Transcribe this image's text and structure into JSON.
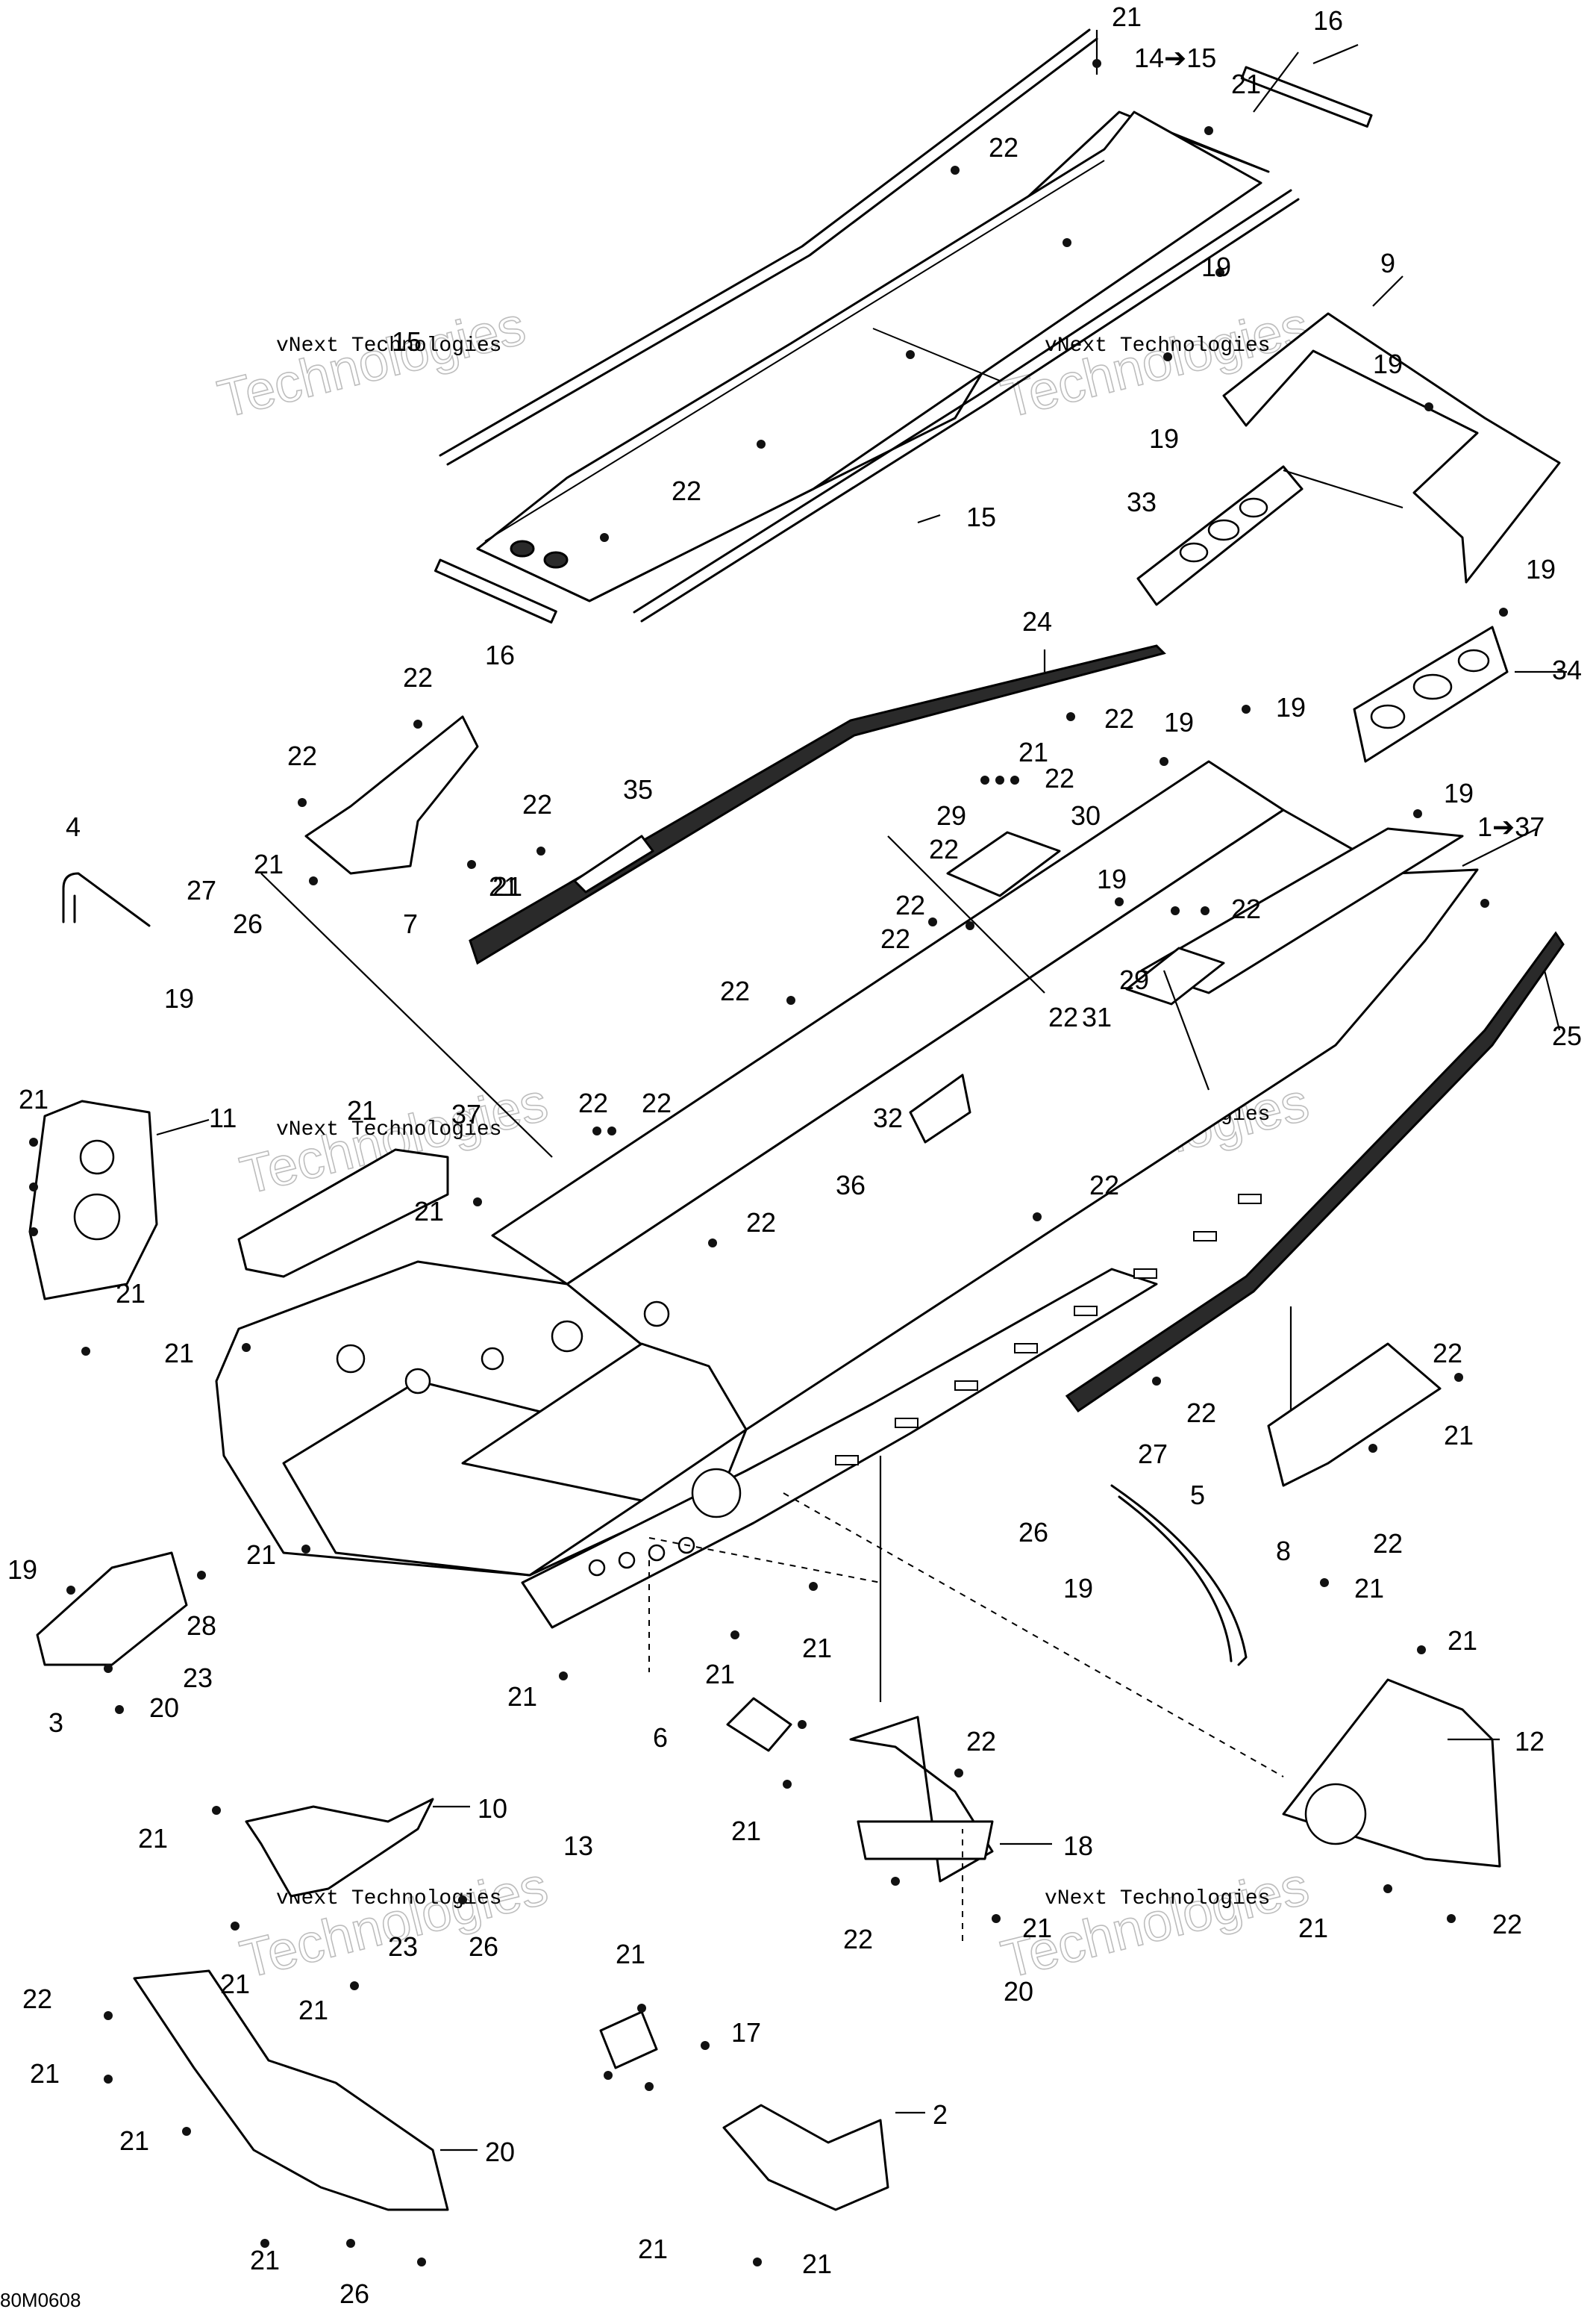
{
  "diagram_code": "80M0608",
  "watermark": {
    "line1": "vNext Technologies",
    "line2": "Technologies"
  },
  "callouts": [
    "21",
    "14➔15",
    "21",
    "16",
    "22",
    "19",
    "9",
    "15",
    "19",
    "19",
    "22",
    "15",
    "33",
    "19",
    "16",
    "34",
    "24",
    "22",
    "19",
    "22",
    "19",
    "21",
    "22",
    "19",
    "1➔37",
    "22",
    "35",
    "29",
    "30",
    "22",
    "4",
    "21",
    "21",
    "22",
    "19",
    "27",
    "26",
    "22",
    "21",
    "7",
    "22",
    "29",
    "22",
    "25",
    "19",
    "31",
    "22",
    "22",
    "21",
    "11",
    "21",
    "37",
    "22",
    "22",
    "32",
    "22",
    "36",
    "21",
    "22",
    "21",
    "21",
    "22",
    "21",
    "22",
    "21",
    "27",
    "5",
    "26",
    "8",
    "22",
    "21",
    "19",
    "28",
    "19",
    "21",
    "21",
    "23",
    "21",
    "3",
    "20",
    "21",
    "6",
    "12",
    "22",
    "21",
    "10",
    "18",
    "13",
    "21",
    "23",
    "21",
    "21",
    "22",
    "22",
    "21",
    "21",
    "26",
    "21",
    "20",
    "22",
    "21",
    "17",
    "21",
    "2",
    "20",
    "21",
    "26",
    "21",
    "21"
  ]
}
